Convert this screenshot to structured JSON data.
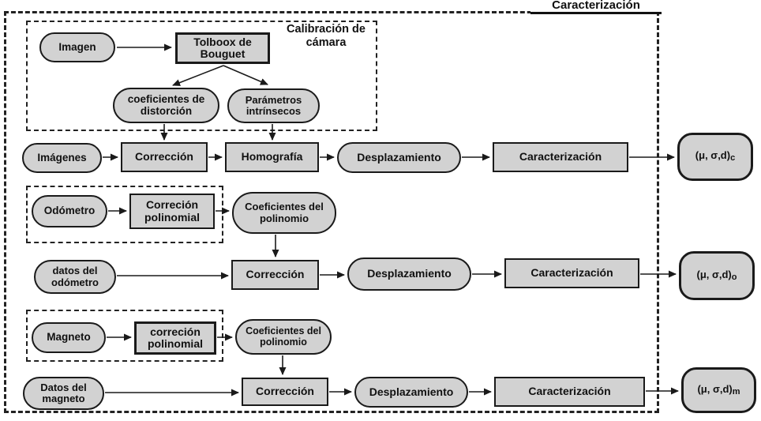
{
  "diagram": {
    "title": "Caracterización",
    "camera_calibration": {
      "box_label": "Calibración de cámara",
      "image_input": "Imagen",
      "toolbox": "Tolboox de Bouguet",
      "distortion_coefficients": "coeficientes de distorción",
      "intrinsic_parameters": "Parámetros intrínsecos"
    },
    "camera_row": {
      "input": "Imágenes",
      "correction": "Corrección",
      "homography": "Homografía",
      "displacement": "Desplazamiento",
      "characterization": "Caracterización",
      "output": "(μ, σ,d)",
      "output_sub": "c"
    },
    "odometer_calibration": {
      "input": "Odómetro",
      "poly_correction": "Correción polinomial",
      "poly_coefficients": "Coeficientes del polinomio"
    },
    "odometer_row": {
      "input": "datos del odómetro",
      "correction": "Corrección",
      "displacement": "Desplazamiento",
      "characterization": "Caracterización",
      "output": "(μ, σ,d)",
      "output_sub": "o"
    },
    "magneto_calibration": {
      "input": "Magneto",
      "poly_correction": "correción polinomial",
      "poly_coefficients": "Coeficientes del polinomio"
    },
    "magneto_row": {
      "input": "Datos del magneto",
      "correction": "Corrección",
      "displacement": "Desplazamiento",
      "characterization": "Caracterización",
      "output": "(μ, σ,d)",
      "output_sub": "m"
    }
  },
  "colors": {
    "node_fill": "#d2d2d2",
    "line": "#1a1a1a"
  }
}
